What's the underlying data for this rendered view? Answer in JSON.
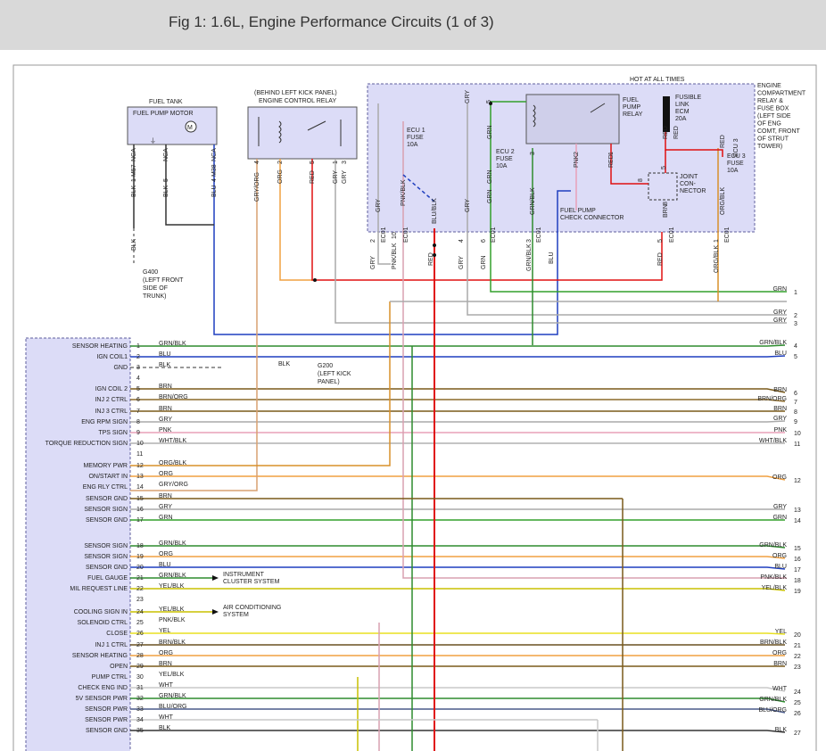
{
  "header": {
    "title": "Fig 1: 1.6L, Engine Performance Circuits (1 of 3)"
  },
  "colors": {
    "background": "#ffffff",
    "header_bg": "#d9d9d9",
    "panel_fill": "#dcdcf7",
    "panel_border": "#5f5f9e",
    "GRN": "#33a02c",
    "GRY": "#aaaaaa",
    "BLU": "#1f3fbf",
    "BRN": "#7a5a1a",
    "ORG": "#f0a040",
    "PNK": "#e8a0b8",
    "WHT": "#c8c8c8",
    "RED": "#e01010",
    "YEL": "#e8e020",
    "BLK": "#333333",
    "GRN/BLK": "#2e8b2e",
    "BRN/ORG": "#8b6a2a",
    "ORG/BLK": "#d8902a",
    "WHT/BLK": "#b0b0b0",
    "PNK/BLK": "#d8a0b0",
    "YEL/BLK": "#c8c000",
    "BLU/ORG": "#4a5a8a",
    "BRN/BLK": "#6a5020",
    "GRY/ORG": "#d8a070"
  },
  "components": {
    "fuel_tank": {
      "label": "FUEL TANK",
      "motor": "FUEL PUMP MOTOR",
      "motor_symbol": "M"
    },
    "ecr": {
      "label1": "(BEHIND LEFT KICK PANEL)",
      "label2": "ENGINE CONTROL RELAY"
    },
    "hot": "HOT AT ALL TIMES",
    "ecb": [
      "ENGINE",
      "COMPARTMENT",
      "RELAY &",
      "FUSE BOX",
      "(LEFT SIDE",
      "OF ENG",
      "COMT, FRONT",
      "OF STRUT",
      "TOWER)"
    ],
    "ecu1_fuse": [
      "ECU 1",
      "FUSE",
      "10A"
    ],
    "ecu2_fuse": [
      "ECU 2",
      "FUSE",
      "10A"
    ],
    "ecu3_fuse": [
      "ECU 3",
      "FUSE",
      "10A"
    ],
    "fuel_pump_relay": [
      "FUEL",
      "PUMP",
      "RELAY"
    ],
    "fusible_link": [
      "FUSIBLE",
      "LINK",
      "ECM",
      "20A"
    ],
    "joint_connector": [
      "JOINT",
      "CON-",
      "NECTOR"
    ],
    "fp_check": [
      "FUEL PUMP",
      "CHECK CONNECTOR"
    ],
    "g400": [
      "G400",
      "(LEFT FRONT",
      "SIDE OF",
      "TRUNK)"
    ],
    "g200": [
      "G200",
      "(LEFT KICK",
      "PANEL)"
    ],
    "instrument": [
      "INSTRUMENT",
      "CLUSTER SYSTEM"
    ],
    "aircon": [
      "AIR CONDITIONING",
      "SYSTEM"
    ]
  },
  "wire_labels": {
    "fp_pins": [
      "NCA",
      "NCA",
      "NCA",
      "BLK",
      "1",
      "M57",
      "BLK",
      "5",
      "BLU",
      "4",
      "M38",
      "BLK"
    ],
    "relay_pins": [
      "GRY/ORG",
      "4",
      "ORG",
      "2",
      "RED",
      "5",
      "GRY",
      "1",
      "GRY",
      "3"
    ],
    "box_wires": [
      "GRY",
      "GRY",
      "GRN",
      "5",
      "GRN",
      "GRN",
      "GRY",
      "PNK/BLK",
      "BLU/BLK",
      "GRN/BLK",
      "3",
      "PNK",
      "2",
      "RED",
      "1",
      "RED",
      "RED",
      "BRN",
      "8",
      "5",
      "8",
      "ORG/BLK",
      "RED",
      "ECU 3"
    ],
    "conn": [
      "GRY",
      "2",
      "EC01",
      "PNK/BLK",
      "10",
      "EC01",
      "RED",
      "GRY",
      "4",
      "GRN",
      "6",
      "EC01",
      "GRN/BLK",
      "3",
      "EC01",
      "BLU",
      "RED",
      "5",
      "EC01",
      "ORG/BLK",
      "1",
      "EC01"
    ]
  },
  "left_pins": [
    {
      "pin": "1",
      "label": "SENSOR HEATING",
      "wire": "GRN/BLK"
    },
    {
      "pin": "2",
      "label": "IGN COIL1",
      "wire": "BLU"
    },
    {
      "pin": "3",
      "label": "GND",
      "wire": "BLK"
    },
    {
      "pin": "4",
      "label": "",
      "wire": ""
    },
    {
      "pin": "5",
      "label": "IGN COIL 2",
      "wire": "BRN"
    },
    {
      "pin": "6",
      "label": "INJ 2 CTRL",
      "wire": "BRN/ORG"
    },
    {
      "pin": "7",
      "label": "INJ 3 CTRL",
      "wire": "BRN"
    },
    {
      "pin": "8",
      "label": "ENG RPM SIGN",
      "wire": "GRY"
    },
    {
      "pin": "9",
      "label": "TPS SIGN",
      "wire": "PNK"
    },
    {
      "pin": "10",
      "label": "TORQUE REDUCTION SIGN",
      "wire": "WHT/BLK"
    },
    {
      "pin": "11",
      "label": "",
      "wire": ""
    },
    {
      "pin": "12",
      "label": "MEMORY PWR",
      "wire": "ORG/BLK"
    },
    {
      "pin": "13",
      "label": "ON/START IN",
      "wire": "ORG"
    },
    {
      "pin": "14",
      "label": "ENG RLY CTRL",
      "wire": "GRY/ORG"
    },
    {
      "pin": "15",
      "label": "SENSOR GND",
      "wire": "BRN"
    },
    {
      "pin": "16",
      "label": "SENSOR SIGN",
      "wire": "GRY"
    },
    {
      "pin": "17",
      "label": "SENSOR GND",
      "wire": "GRN"
    },
    {
      "pin": "18",
      "label": "SENSOR SIGN",
      "wire": "GRN/BLK"
    },
    {
      "pin": "19",
      "label": "SENSOR SIGN",
      "wire": "ORG"
    },
    {
      "pin": "20",
      "label": "SENSOR GND",
      "wire": "BLU"
    },
    {
      "pin": "21",
      "label": "FUEL GAUGE",
      "wire": "GRN/BLK"
    },
    {
      "pin": "22",
      "label": "MIL REQUEST LINE",
      "wire": "YEL/BLK"
    },
    {
      "pin": "23",
      "label": "",
      "wire": ""
    },
    {
      "pin": "24",
      "label": "COOLING SIGN IN",
      "wire": "YEL/BLK"
    },
    {
      "pin": "25",
      "label": "SOLENOID CTRL",
      "wire": "PNK/BLK"
    },
    {
      "pin": "26",
      "label": "CLOSE",
      "wire": "YEL"
    },
    {
      "pin": "27",
      "label": "INJ 1 CTRL",
      "wire": "BRN/BLK"
    },
    {
      "pin": "28",
      "label": "SENSOR HEATING",
      "wire": "ORG"
    },
    {
      "pin": "29",
      "label": "OPEN",
      "wire": "BRN"
    },
    {
      "pin": "30",
      "label": "PUMP CTRL",
      "wire": "YEL/BLK"
    },
    {
      "pin": "31",
      "label": "CHECK ENG IND",
      "wire": "WHT"
    },
    {
      "pin": "32",
      "label": "5V SENSOR PWR",
      "wire": "GRN/BLK"
    },
    {
      "pin": "33",
      "label": "SENSOR PWR",
      "wire": "BLU/ORG"
    },
    {
      "pin": "34",
      "label": "SENSOR PWR",
      "wire": "WHT"
    },
    {
      "pin": "35",
      "label": "SENSOR GND",
      "wire": "BLK"
    }
  ],
  "right_wires": [
    {
      "num": "1",
      "wire": "GRN"
    },
    {
      "num": "2",
      "wire": "GRY"
    },
    {
      "num": "3",
      "wire": "GRY"
    },
    {
      "num": "4",
      "wire": "GRN/BLK"
    },
    {
      "num": "5",
      "wire": "BLU"
    },
    {
      "num": "6",
      "wire": "BRN"
    },
    {
      "num": "7",
      "wire": "BRN/ORG"
    },
    {
      "num": "8",
      "wire": "BRN"
    },
    {
      "num": "9",
      "wire": "GRY"
    },
    {
      "num": "10",
      "wire": "PNK"
    },
    {
      "num": "11",
      "wire": "WHT/BLK"
    },
    {
      "num": "12",
      "wire": "ORG"
    },
    {
      "num": "13",
      "wire": "GRY"
    },
    {
      "num": "14",
      "wire": "GRN"
    },
    {
      "num": "15",
      "wire": "GRN/BLK"
    },
    {
      "num": "16",
      "wire": "ORG"
    },
    {
      "num": "17",
      "wire": "BLU"
    },
    {
      "num": "18",
      "wire": "PNK/BLK"
    },
    {
      "num": "19",
      "wire": "YEL/BLK"
    },
    {
      "num": "20",
      "wire": "YEL"
    },
    {
      "num": "21",
      "wire": "BRN/BLK"
    },
    {
      "num": "22",
      "wire": "ORG"
    },
    {
      "num": "23",
      "wire": "BRN"
    },
    {
      "num": "24",
      "wire": "WHT"
    },
    {
      "num": "25",
      "wire": "GRN/BLK"
    },
    {
      "num": "26",
      "wire": "BLU/ORG"
    },
    {
      "num": "27",
      "wire": "BLK"
    }
  ]
}
